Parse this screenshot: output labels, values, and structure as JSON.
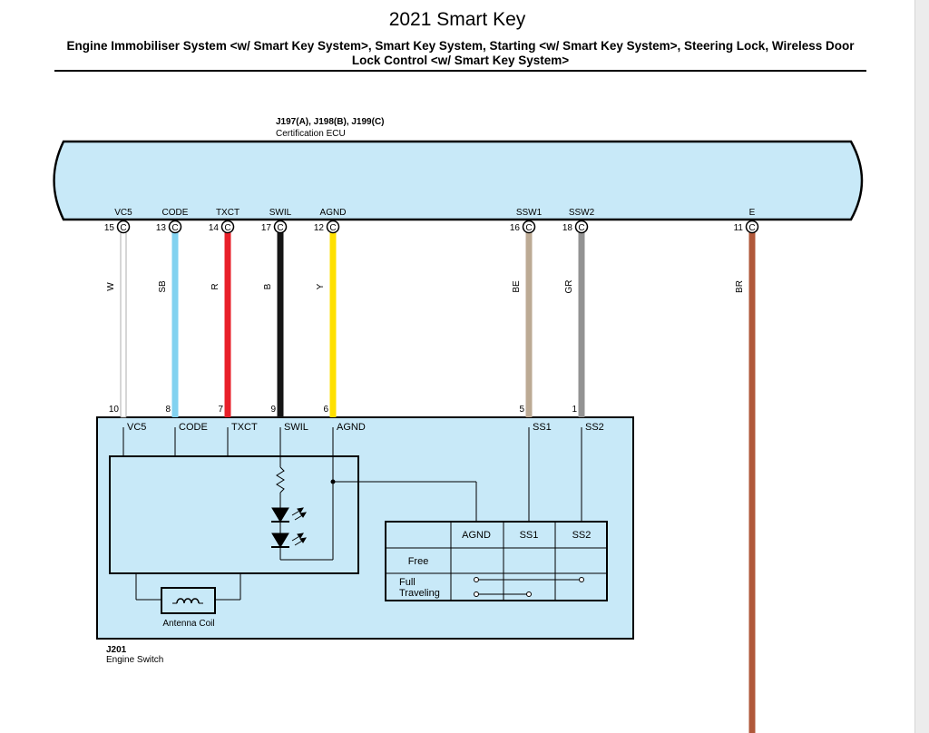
{
  "header": {
    "title": "2021 Smart Key",
    "subtitle_line1": "Engine Immobiliser System <w/ Smart Key System>, Smart Key System, Starting <w/ Smart Key System>, Steering Lock, Wireless Door",
    "subtitle_line2": "Lock Control <w/ Smart Key System>"
  },
  "ecu": {
    "connectors": "J197(A), J198(B), J199(C)",
    "name": "Certification ECU",
    "fill_color": "#c8e9f8"
  },
  "switch": {
    "connector": "J201",
    "name": "Engine Switch",
    "antenna_label": "Antenna Coil"
  },
  "connector_letter": "C",
  "wires": [
    {
      "ecu_pin": "15",
      "ecu_terminal": "VC5",
      "color_code": "W",
      "color": "#ffffff",
      "sw_pin": "10",
      "sw_terminal": "VC5"
    },
    {
      "ecu_pin": "13",
      "ecu_terminal": "CODE",
      "color_code": "SB",
      "color": "#82d2f0",
      "sw_pin": "8",
      "sw_terminal": "CODE"
    },
    {
      "ecu_pin": "14",
      "ecu_terminal": "TXCT",
      "color_code": "R",
      "color": "#e8202a",
      "sw_pin": "7",
      "sw_terminal": "TXCT"
    },
    {
      "ecu_pin": "17",
      "ecu_terminal": "SWIL",
      "color_code": "B",
      "color": "#151515",
      "sw_pin": "9",
      "sw_terminal": "SWIL"
    },
    {
      "ecu_pin": "12",
      "ecu_terminal": "AGND",
      "color_code": "Y",
      "color": "#ffe000",
      "sw_pin": "6",
      "sw_terminal": "AGND"
    },
    {
      "ecu_pin": "16",
      "ecu_terminal": "SSW1",
      "color_code": "BE",
      "color": "#bcaa94",
      "sw_pin": "5",
      "sw_terminal": "SS1"
    },
    {
      "ecu_pin": "18",
      "ecu_terminal": "SSW2",
      "color_code": "GR",
      "color": "#939393",
      "sw_pin": "1",
      "sw_terminal": "SS2"
    },
    {
      "ecu_pin": "11",
      "ecu_terminal": "E",
      "color_code": "BR",
      "color": "#b0583a"
    }
  ],
  "switch_table": {
    "headers": [
      "AGND",
      "SS1",
      "SS2"
    ],
    "rows": [
      "Free",
      "Full",
      "Traveling"
    ]
  }
}
